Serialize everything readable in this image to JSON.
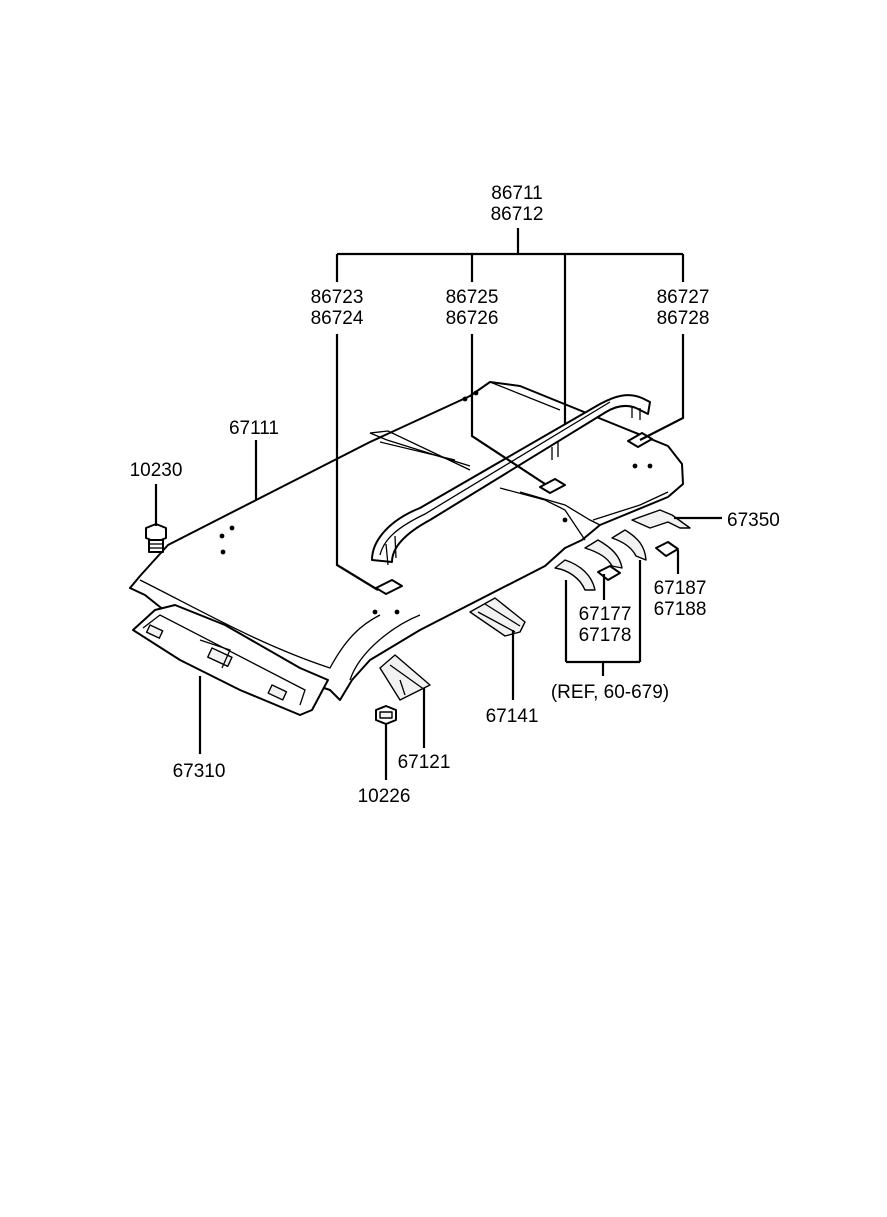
{
  "diagram": {
    "callouts": {
      "p86711": "86711",
      "p86712": "86712",
      "p86723": "86723",
      "p86724": "86724",
      "p86725": "86725",
      "p86726": "86726",
      "p86727": "86727",
      "p86728": "86728",
      "p67111": "67111",
      "p10230": "10230",
      "p67350": "67350",
      "p67187": "67187",
      "p67188": "67188",
      "p67177": "67177",
      "p67178": "67178",
      "ref": "(REF, 60-679)",
      "p67141": "67141",
      "p67121": "67121",
      "p67310": "67310",
      "p10226": "10226"
    }
  }
}
